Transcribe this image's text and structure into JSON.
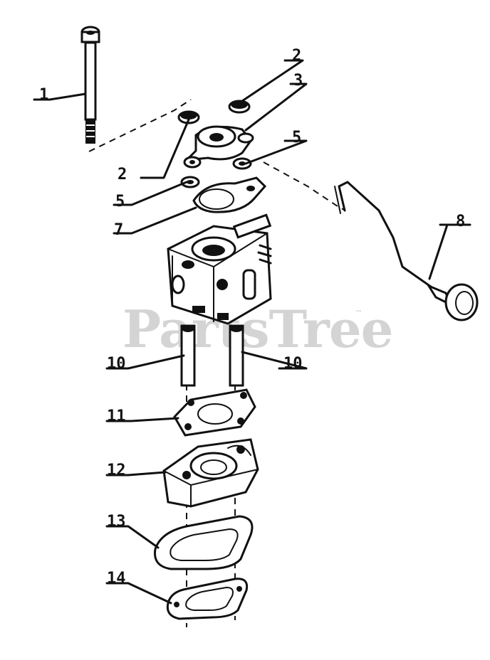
{
  "watermark": {
    "text": "PartsTree",
    "trademark": "™"
  },
  "callouts": [
    {
      "id": "c1",
      "text": "1"
    },
    {
      "id": "c2a",
      "text": "2"
    },
    {
      "id": "c2b",
      "text": "2"
    },
    {
      "id": "c3",
      "text": "3"
    },
    {
      "id": "c5a",
      "text": "5"
    },
    {
      "id": "c5b",
      "text": "5"
    },
    {
      "id": "c7",
      "text": "7"
    },
    {
      "id": "c8",
      "text": "8"
    },
    {
      "id": "c10a",
      "text": "10"
    },
    {
      "id": "c10b",
      "text": "10"
    },
    {
      "id": "c11",
      "text": "11"
    },
    {
      "id": "c12",
      "text": "12"
    },
    {
      "id": "c13",
      "text": "13"
    },
    {
      "id": "c14",
      "text": "14"
    }
  ]
}
